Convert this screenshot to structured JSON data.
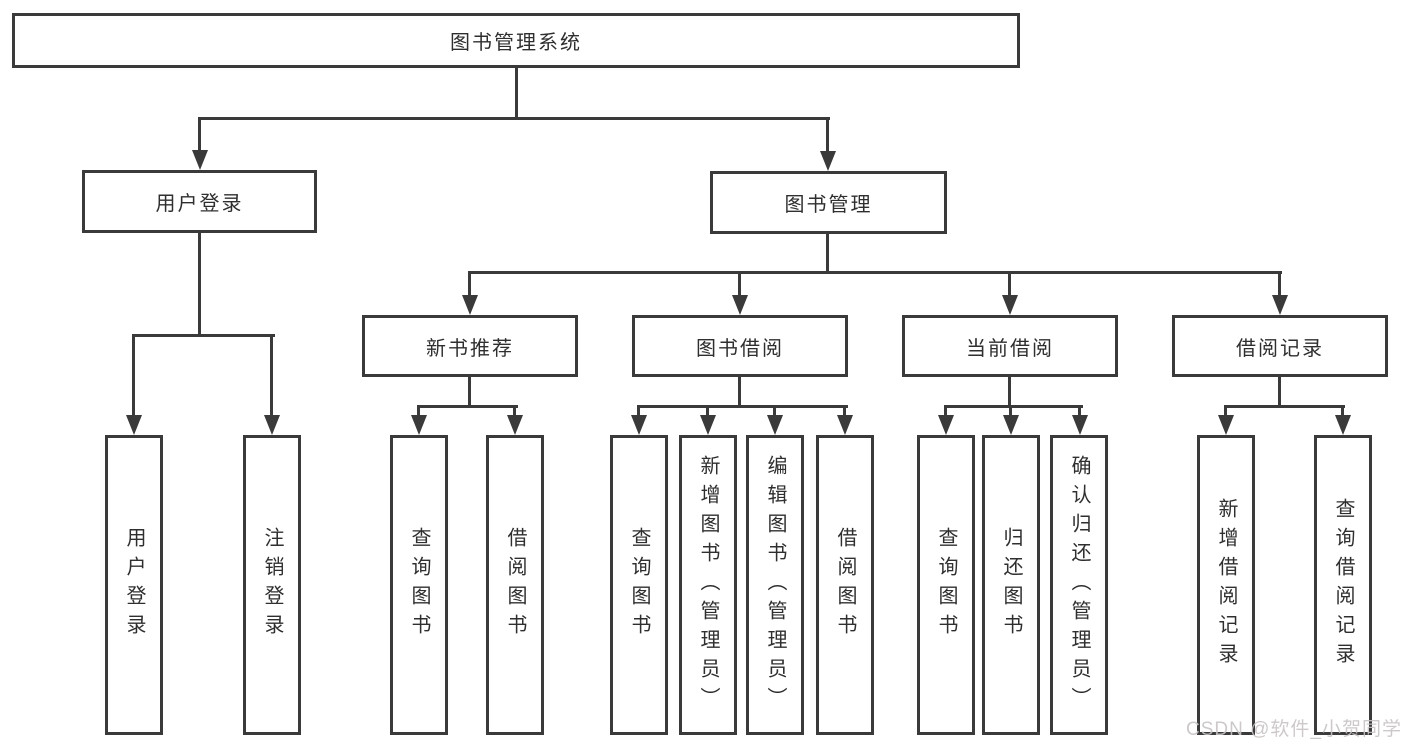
{
  "diagram": {
    "watermark": "CSDN @软件_小贺同学",
    "colors": {
      "line": "#3a3a3a",
      "box_border": "#3a3a3a",
      "box_fill": "#ffffff",
      "text": "#2f2f2f",
      "watermark_text": "#c9c4c4",
      "background": "#ffffff"
    },
    "nodes": {
      "root": {
        "label": "图书管理系统"
      },
      "user_login": {
        "label": "用户登录"
      },
      "book_mgmt": {
        "label": "图书管理"
      },
      "new_book_rec": {
        "label": "新书推荐"
      },
      "book_borrow": {
        "label": "图书借阅"
      },
      "current_borrow": {
        "label": "当前借阅"
      },
      "borrow_records": {
        "label": "借阅记录"
      },
      "leaf_user_login": {
        "label": "用户登录"
      },
      "leaf_logout": {
        "label": "注销登录"
      },
      "leaf_rec_query": {
        "label": "查询图书"
      },
      "leaf_rec_borrow": {
        "label": "借阅图书"
      },
      "leaf_bor_query": {
        "label": "查询图书"
      },
      "leaf_bor_add": {
        "label": "新增图书（管理员）"
      },
      "leaf_bor_edit": {
        "label": "编辑图书（管理员）"
      },
      "leaf_bor_borrow": {
        "label": "借阅图书"
      },
      "leaf_cur_query": {
        "label": "查询图书"
      },
      "leaf_cur_return": {
        "label": "归还图书"
      },
      "leaf_cur_confirm": {
        "label": "确认归还（管理员）"
      },
      "leaf_rechist_add": {
        "label": "新增借阅记录"
      },
      "leaf_rechist_query": {
        "label": "查询借阅记录"
      }
    },
    "edges": [
      [
        "root",
        "user_login"
      ],
      [
        "root",
        "book_mgmt"
      ],
      [
        "user_login",
        "leaf_user_login"
      ],
      [
        "user_login",
        "leaf_logout"
      ],
      [
        "book_mgmt",
        "new_book_rec"
      ],
      [
        "book_mgmt",
        "book_borrow"
      ],
      [
        "book_mgmt",
        "current_borrow"
      ],
      [
        "book_mgmt",
        "borrow_records"
      ],
      [
        "new_book_rec",
        "leaf_rec_query"
      ],
      [
        "new_book_rec",
        "leaf_rec_borrow"
      ],
      [
        "book_borrow",
        "leaf_bor_query"
      ],
      [
        "book_borrow",
        "leaf_bor_add"
      ],
      [
        "book_borrow",
        "leaf_bor_edit"
      ],
      [
        "book_borrow",
        "leaf_bor_borrow"
      ],
      [
        "current_borrow",
        "leaf_cur_query"
      ],
      [
        "current_borrow",
        "leaf_cur_return"
      ],
      [
        "current_borrow",
        "leaf_cur_confirm"
      ],
      [
        "borrow_records",
        "leaf_rechist_add"
      ],
      [
        "borrow_records",
        "leaf_rechist_query"
      ]
    ]
  }
}
